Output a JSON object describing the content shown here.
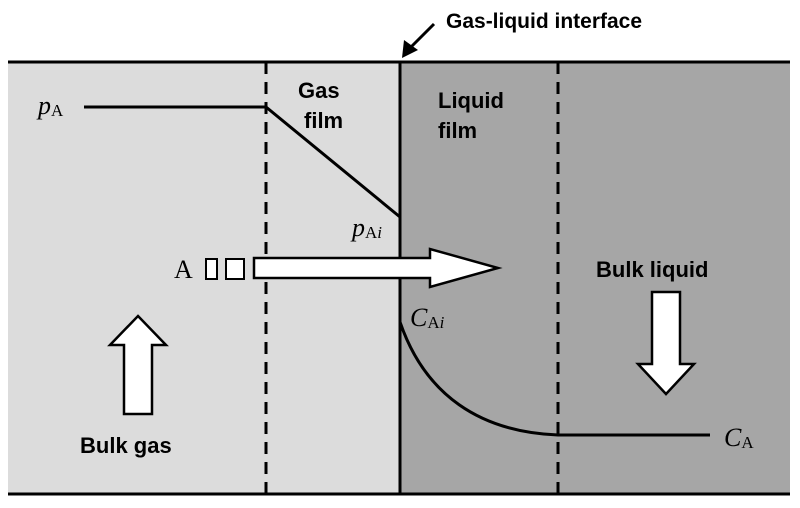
{
  "title": "Gas-liquid interface",
  "regions": {
    "gas_film": [
      "Gas",
      "film"
    ],
    "liquid_film": [
      "Liquid",
      "film"
    ],
    "bulk_liquid": "Bulk liquid",
    "bulk_gas": "Bulk gas"
  },
  "symbols": {
    "pA": {
      "var": "p",
      "sub": "A"
    },
    "pAi": {
      "var": "p",
      "sub": "A",
      "subi": "i"
    },
    "CAi": {
      "var": "C",
      "sub": "A",
      "subi": "i"
    },
    "CA": {
      "var": "C",
      "sub": "A"
    },
    "species": "A"
  },
  "colors": {
    "gas_bulk_bg": "#dcdcdc",
    "liquid_bg": "#a6a6a6",
    "line": "#000000",
    "arrow_fill": "#ffffff"
  }
}
